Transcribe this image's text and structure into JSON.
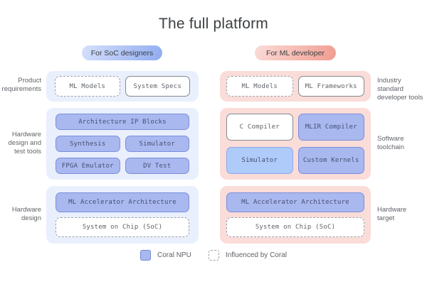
{
  "title": "The full platform",
  "badges": {
    "left": "For SoC designers",
    "right": "For ML developer"
  },
  "left_column": {
    "requirements": [
      "ML Models",
      "System Specs"
    ],
    "tools": [
      "Architecture IP Blocks",
      "Synthesis",
      "Simulator",
      "FPGA Emulator",
      "DV Test"
    ],
    "design": [
      "ML Accelerator Architecture",
      "System on Chip (SoC)"
    ]
  },
  "right_column": {
    "requirements": [
      "ML Models",
      "ML Frameworks"
    ],
    "toolchain": [
      "C Compiler",
      "MLIR Compiler",
      "Simulator",
      "Custom Kernels"
    ],
    "target": [
      "ML Accelerator Architecture",
      "System on Chip (SoC)"
    ]
  },
  "side_labels": {
    "left": [
      "Product\nrequirements",
      "Hardware\ndesign and\ntest tools",
      "Hardware\ndesign"
    ],
    "right": [
      "Industry standard\ndeveloper tools",
      "Software\ntoolchain",
      "Hardware\ntarget"
    ]
  },
  "legend": {
    "coral_npu": "Coral NPU",
    "influenced": "Influenced by Coral"
  },
  "colors": {
    "soc_badge_blue": "#8fabf0",
    "ml_badge_coral": "#f19c90",
    "blue_panel": "#e9effc",
    "pink_panel": "#fadcd8",
    "coral_npu_fill": "#a9b8ef",
    "simulator_light_blue": "#aecbfa",
    "text_dark": "#3c4043",
    "text_gray": "#5f6368"
  }
}
